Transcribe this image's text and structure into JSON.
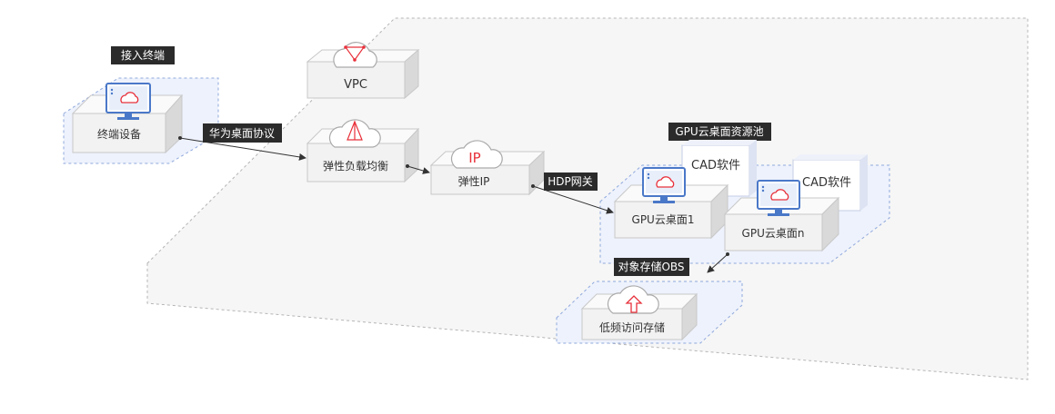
{
  "groups": {
    "access_terminal": "接入终端",
    "gpu_pool": "GPU云桌面资源池",
    "obs": "对象存储OBS"
  },
  "nodes": {
    "terminal": "终端设备",
    "vpc": "VPC",
    "elb": "弹性负载均衡",
    "eip": "弹性IP",
    "eip_icon_text": "IP",
    "gpu1": "GPU云桌面1",
    "gpun": "GPU云桌面n",
    "cad1": "CAD软件",
    "cad2": "CAD软件",
    "storage": "低频访问存储"
  },
  "edges": {
    "huawei_protocol": "华为桌面协议",
    "hdp_gateway": "HDP网关"
  },
  "colors": {
    "accent_red": "#e8303a",
    "monitor_blue": "#4a78c8",
    "group_fill": "#eef2fc",
    "group_border": "#8fa8dc",
    "label_bg": "#2b2b2b"
  }
}
